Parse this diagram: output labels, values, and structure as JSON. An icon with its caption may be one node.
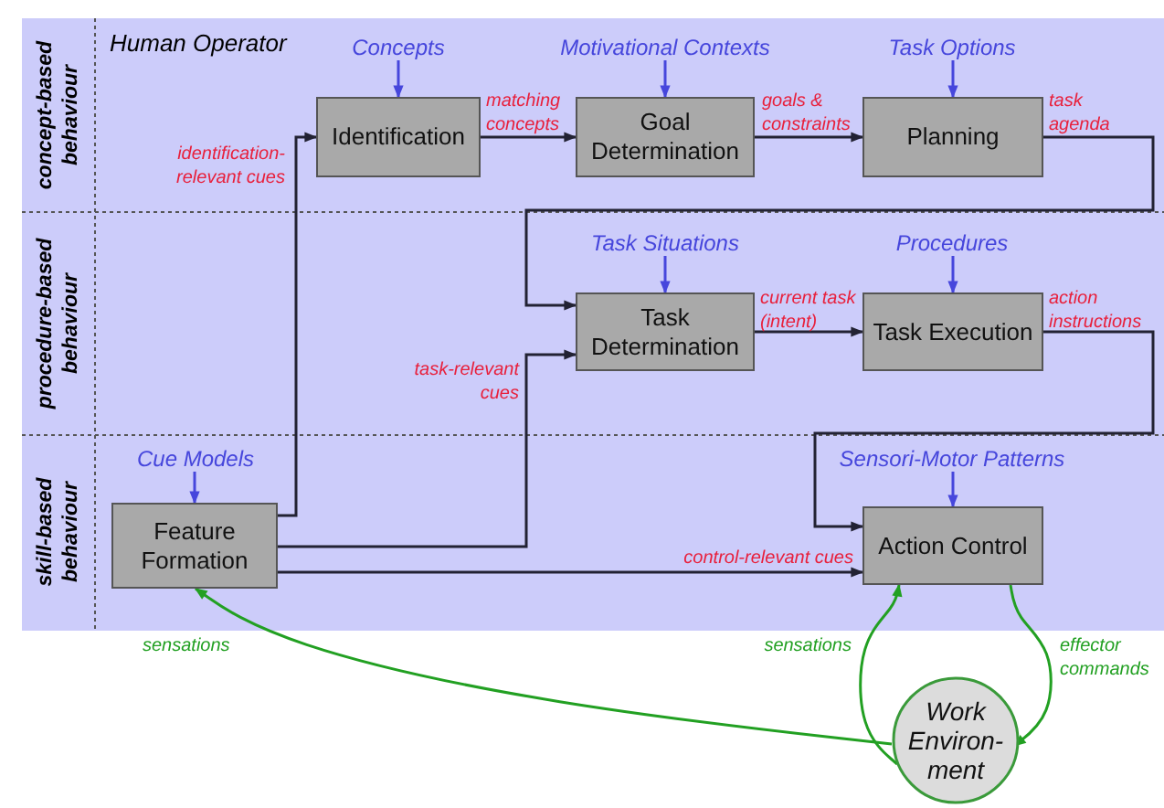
{
  "diagram": {
    "nodes": [
      {
        "text": [
          "Identification"
        ]
      },
      {
        "text": [
          "Goal Determination"
        ]
      },
      {
        "text": [
          "Planning"
        ]
      },
      {
        "text": [
          "Task Determination"
        ]
      },
      {
        "text": [
          "Task Execution"
        ]
      },
      {
        "text": [
          "Feature Formation"
        ]
      },
      {
        "text": [
          "Action Control"
        ]
      },
      {
        "text": [
          "Work Environ- ment"
        ]
      },
      {
        "text": [
          "Concepts"
        ]
      },
      {
        "text": [
          "Motivational Contexts"
        ]
      },
      {
        "text": [
          "Task Options"
        ]
      },
      {
        "text": [
          "Task Situations"
        ]
      },
      {
        "text": [
          "Procedures"
        ]
      },
      {
        "text": [
          "Cue Models"
        ]
      },
      {
        "text": [
          "Sensori-Motor Patterns"
        ]
      }
    ],
    "edges": [
      {
        "from": 5,
        "to": 0,
        "arrow": "to",
        "label": "identification-relevant cues"
      },
      {
        "from": 0,
        "to": 1,
        "arrow": "to",
        "label": "matching concepts"
      },
      {
        "from": 1,
        "to": 2,
        "arrow": "to",
        "label": "goals & constraints"
      },
      {
        "from": 2,
        "to": 3,
        "arrow": "to",
        "label": "task agenda"
      },
      {
        "from": 5,
        "to": 3,
        "arrow": "to",
        "label": "task-relevant cues"
      },
      {
        "from": 3,
        "to": 4,
        "arrow": "to",
        "label": "current task (intent)"
      },
      {
        "from": 4,
        "to": 6,
        "arrow": "to",
        "label": "action instructions"
      },
      {
        "from": 5,
        "to": 6,
        "arrow": "to",
        "label": "control-relevant cues"
      },
      {
        "from": 7,
        "to": 5,
        "arrow": "to",
        "label": "sensations",
        "color": "#22a022"
      },
      {
        "from": 7,
        "to": 6,
        "arrow": "to",
        "label": "sensations",
        "color": "#22a022"
      },
      {
        "from": 6,
        "to": 7,
        "arrow": "to",
        "label": "effector commands",
        "color": "#22a022"
      },
      {
        "from": 8,
        "to": 0,
        "arrow": "to",
        "color": "#4646dc"
      },
      {
        "from": 9,
        "to": 1,
        "arrow": "to",
        "color": "#4646dc"
      },
      {
        "from": 10,
        "to": 2,
        "arrow": "to",
        "color": "#4646dc"
      },
      {
        "from": 11,
        "to": 3,
        "arrow": "to",
        "color": "#4646dc"
      },
      {
        "from": 12,
        "to": 4,
        "arrow": "to",
        "color": "#4646dc"
      },
      {
        "from": 13,
        "to": 5,
        "arrow": "to",
        "color": "#4646dc"
      },
      {
        "from": 14,
        "to": 6,
        "arrow": "to",
        "color": "#4646dc"
      }
    ],
    "labels": [
      "Human Operator",
      "concept-based behaviour",
      "procedure-based behaviour",
      "skill-based behaviour"
    ]
  }
}
